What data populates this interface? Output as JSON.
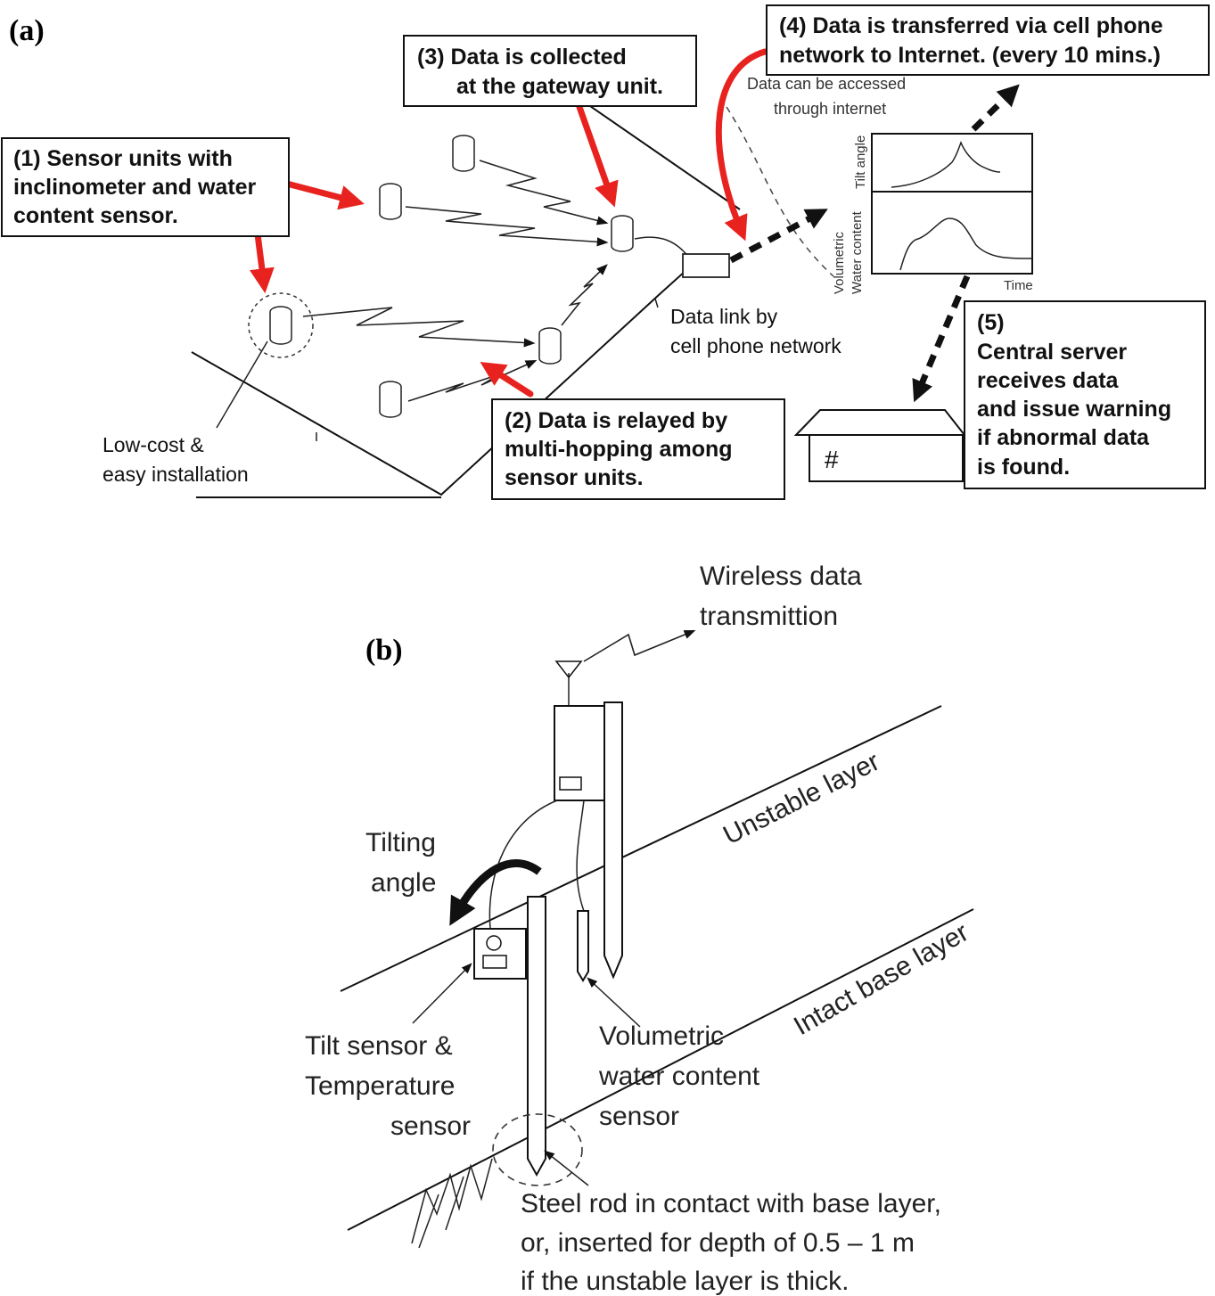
{
  "panel_a": {
    "tag": "(a)",
    "box1": {
      "lines": [
        "(1)  Sensor units with",
        "inclinometer and water",
        "content sensor."
      ]
    },
    "box2": {
      "lines": [
        "(2) Data is relayed by",
        "multi-hopping among",
        "sensor units."
      ]
    },
    "box3": {
      "lines": [
        "(3) Data is collected",
        "at the gateway unit."
      ]
    },
    "box4": {
      "lines": [
        "(4) Data is transferred via cell phone",
        "network to Internet. (every 10 mins.)"
      ]
    },
    "box5": {
      "lines": [
        "(5)",
        "Central server",
        "receives data",
        "and issue warning",
        "if abnormal data",
        "is found."
      ]
    },
    "install_note": [
      "Low-cost &",
      "easy installation"
    ],
    "data_link": [
      "Data link by",
      "cell phone network"
    ],
    "internet_note": [
      "Data can be accessed",
      "through internet"
    ],
    "graph": {
      "ylabel_top": "Tilt angle",
      "ylabel_bottom": [
        "Volumetric",
        "Water content"
      ],
      "xlabel": "Time"
    }
  },
  "panel_b": {
    "tag": "(b)",
    "wireless": [
      "Wireless data",
      "transmittion"
    ],
    "unstable": "Unstable layer",
    "intact": "Intact base layer",
    "tilting": [
      "Tilting",
      "angle"
    ],
    "tilt_sensor": [
      "Tilt sensor &",
      "Temperature",
      "sensor"
    ],
    "water_sensor": [
      "Volumetric",
      "water content",
      "sensor"
    ],
    "steel_rod": [
      "Steel rod in contact with base layer,",
      "or, inserted for depth of 0.5 – 1 m",
      "if the unstable layer is thick."
    ]
  },
  "colors": {
    "arrow_red": "#e8231f",
    "ink": "#111111"
  }
}
